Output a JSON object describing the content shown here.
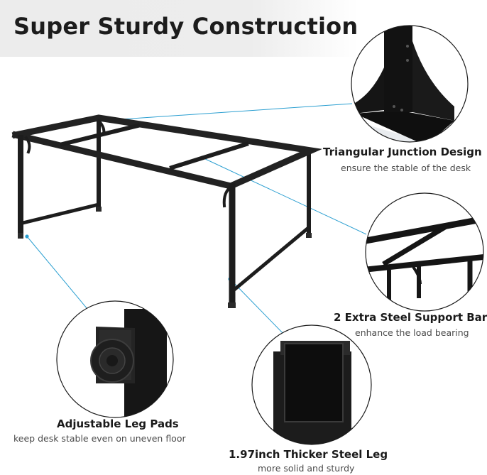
{
  "title": "Super Sturdy Construction",
  "features": [
    {
      "title": "Triangular Junction Design",
      "subtitle": "ensure the stable of the desk"
    },
    {
      "title": "2 Extra Steel Support Bar",
      "subtitle": "enhance the load bearing"
    },
    {
      "title": "Adjustable Leg Pads",
      "subtitle": "keep desk stable even on uneven floor"
    },
    {
      "title": "1.97inch Thicker Steel Leg",
      "subtitle": "more solid and sturdy"
    }
  ],
  "colors": {
    "frame": "#1d1d1d",
    "callout_line": "#2b9fd1",
    "callout_ring": "#1a1a1a",
    "banner": "#ececec",
    "text_primary": "#1a1a1a",
    "text_secondary": "#4a4a4a"
  }
}
